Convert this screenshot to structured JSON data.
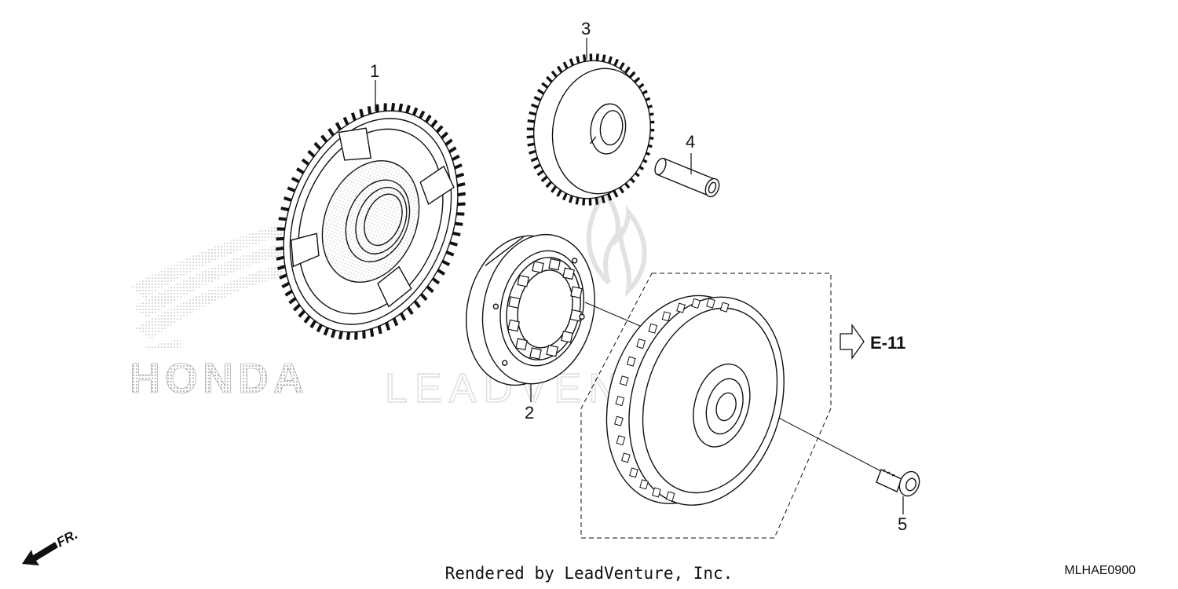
{
  "diagram": {
    "callouts": [
      {
        "id": "1",
        "label": "1",
        "part": "Driven starter gear"
      },
      {
        "id": "2",
        "label": "2",
        "part": "Starter one-way clutch"
      },
      {
        "id": "3",
        "label": "3",
        "part": "Starter idle gear"
      },
      {
        "id": "4",
        "label": "4",
        "part": "Idle gear shaft"
      },
      {
        "id": "5",
        "label": "5",
        "part": "Flange bolt"
      }
    ],
    "reference": {
      "label": "E-11"
    },
    "direction": {
      "label": "FR."
    },
    "credit": "Rendered by LeadVenture, Inc.",
    "diagram_code": "MLHAE0900",
    "watermark": {
      "brand": "HONDA",
      "dealer": "LEADVENTURE"
    }
  }
}
